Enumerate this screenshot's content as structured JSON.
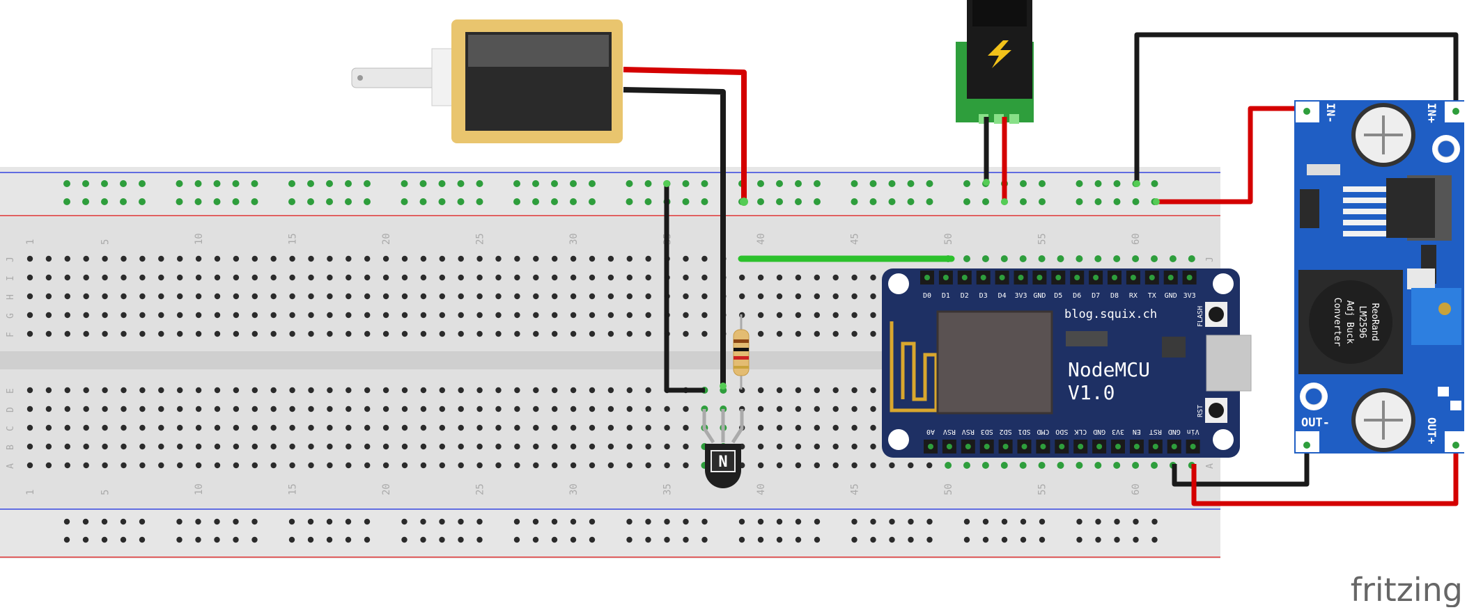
{
  "breadboard": {
    "top_numbers": [
      "1",
      "5",
      "10",
      "15",
      "20",
      "25",
      "30",
      "35",
      "40",
      "45",
      "50",
      "55",
      "60"
    ],
    "bottom_numbers": [
      "1",
      "5",
      "10",
      "15",
      "20",
      "25",
      "30",
      "35",
      "40",
      "45",
      "50",
      "55",
      "60"
    ],
    "rows_upper": [
      "J",
      "I",
      "H",
      "G",
      "F"
    ],
    "rows_lower": [
      "E",
      "D",
      "C",
      "B",
      "A"
    ],
    "right_row_j": "J",
    "right_row_a": "A"
  },
  "nodemcu": {
    "top_pins": [
      "D0",
      "D1",
      "D2",
      "D3",
      "D4",
      "3V3",
      "GND",
      "D5",
      "D6",
      "D7",
      "D8",
      "RX",
      "TX",
      "GND",
      "3V3"
    ],
    "bottom_pins": [
      "A0",
      "RSV",
      "RSV",
      "SD3",
      "SD2",
      "SD1",
      "CMD",
      "SDO",
      "CLK",
      "GND",
      "3V3",
      "EN",
      "RST",
      "GND",
      "Vin"
    ],
    "site": "blog.squix.ch",
    "title_line1": "NodeMCU",
    "title_line2": "V1.0",
    "flash_label": "FLASH",
    "rst_label": "RST"
  },
  "buck_converter": {
    "in_minus": "IN-",
    "in_plus": "IN+",
    "out_minus": "OUT-",
    "out_plus": "OUT+",
    "text_lines": [
      "ReoRand",
      "LM2596",
      "Adj Buck",
      "Converter"
    ]
  },
  "transistor_label": "N",
  "logo": "fritzing",
  "colors": {
    "wire_red": "#d40000",
    "wire_black": "#1a1a1a",
    "wire_green": "#2cc12c",
    "nodemcu_board": "#1e3064",
    "buck_board": "#1f5ec4"
  }
}
